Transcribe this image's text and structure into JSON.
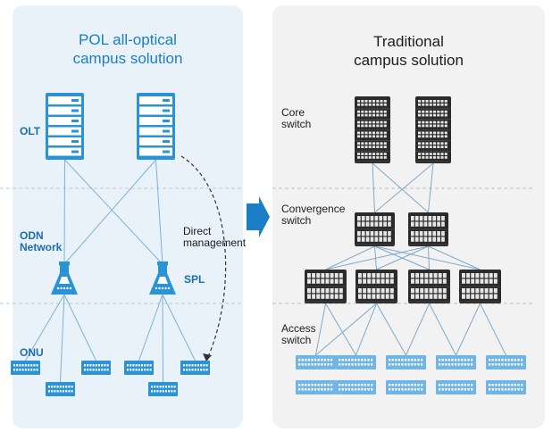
{
  "pol": {
    "title_line1": "POL all-optical",
    "title_line2": "campus solution",
    "olt_label": "OLT",
    "odn_line1": "ODN",
    "odn_line2": "Network",
    "spl_label": "SPL",
    "onu_label": "ONU",
    "direct_line1": "Direct",
    "direct_line2": "management"
  },
  "traditional": {
    "title_line1": "Traditional",
    "title_line2": "campus solution",
    "core_line1": "Core",
    "core_line2": "switch",
    "convergence_line1": "Convergence",
    "convergence_line2": "switch",
    "access_line1": "Access",
    "access_line2": "switch"
  },
  "colors": {
    "pol_panel": "#e9f1f9",
    "trad_panel": "#f2f2f2",
    "pol_device": "#2a93d6",
    "trad_device": "#2b2b2b",
    "access_device": "#6fb5e5",
    "arrow": "#1a7fc6"
  }
}
